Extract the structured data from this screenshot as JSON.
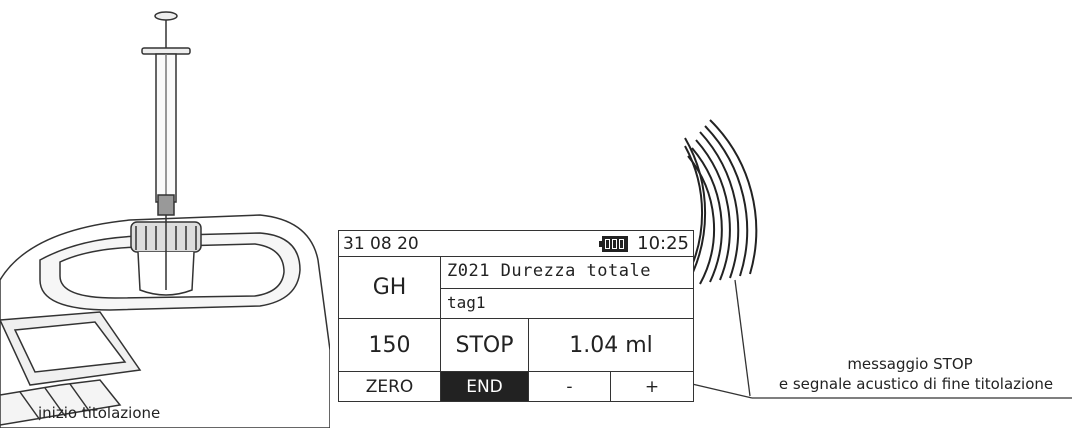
{
  "display": {
    "date": "31 08 20",
    "time": "10:25",
    "parameter": "GH",
    "method_title": "Z021 Durezza totale",
    "tag": "tag1",
    "value": "150",
    "status": "STOP",
    "volume": "1.04 ml",
    "softkeys": [
      "ZERO",
      "END",
      "-",
      "+"
    ],
    "active_softkey": "END"
  },
  "captions": {
    "left": "inizio titolazione",
    "right_line1": "messaggio STOP",
    "right_line2": "e segnale acustico di fine titolazione"
  },
  "icons": {
    "battery": "battery-full-icon",
    "sound": "sound-waves-icon"
  }
}
